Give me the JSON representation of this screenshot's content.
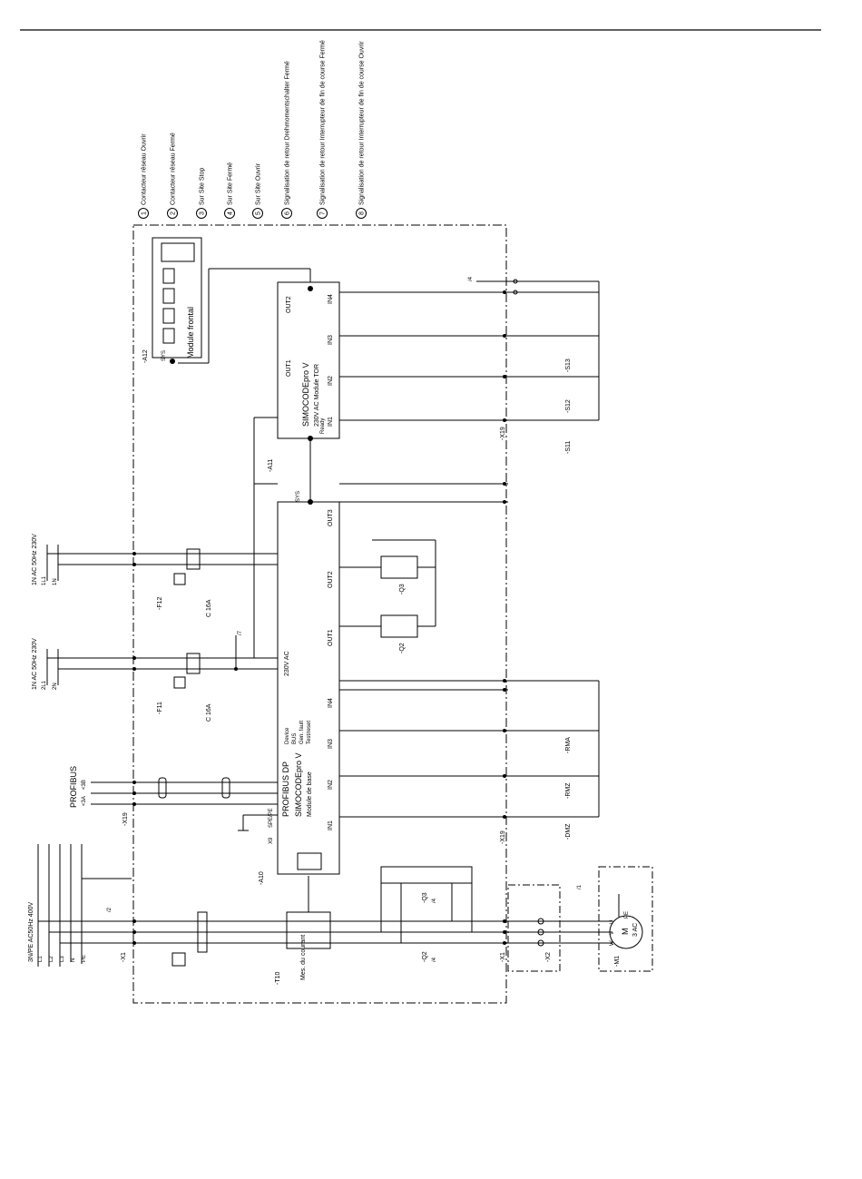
{
  "legend": [
    {
      "num": "1",
      "text": "Contacteur réseau Ouvrir"
    },
    {
      "num": "2",
      "text": "Contacteur réseau Fermé"
    },
    {
      "num": "3",
      "text": "Sur Site Stop"
    },
    {
      "num": "4",
      "text": "Sur Site Fermé"
    },
    {
      "num": "5",
      "text": "Sur Site Ouvrir"
    },
    {
      "num": "6",
      "text": "Signalisation de retour Drehmomentschalter Fermé"
    },
    {
      "num": "7",
      "text": "Signalisation de retour Interrupteur de fin de course Fermé"
    },
    {
      "num": "8",
      "text": "Signalisation de retour Interrupteur de fin de course Ouvrir"
    }
  ],
  "supplies": {
    "main": "3N/PE AC50Hz 400V",
    "main_lines": [
      "L1",
      "L2",
      "L3",
      "N",
      "PE"
    ],
    "aux1": "1N AC 50Hz 230V",
    "aux1_lines": [
      "1L1",
      "1N"
    ],
    "aux2": "1N AC 50Hz 230V",
    "aux2_lines": [
      "2L1",
      "2N"
    ],
    "profibus": "PROFIBUS",
    "profibus_pins": [
      "<3B",
      "<3A"
    ]
  },
  "modules": {
    "front": {
      "ref": "-A12",
      "title": "Module frontal",
      "port": "SYS"
    },
    "tdr": {
      "ref": "-A11",
      "title": "SIMOCODEpro V",
      "subtitle": "230V AC  Module TOR",
      "outputs": [
        "OUT1",
        "OUT2"
      ],
      "inputs": [
        "IN1",
        "IN2",
        "IN3",
        "IN4"
      ],
      "ready": "Ready"
    },
    "base": {
      "ref": "-A10",
      "title": "SIMOCODEpro V",
      "subtitle": "Module de base",
      "bus": "PROFIBUS DP",
      "supply": "230V AC",
      "leds": [
        "Device",
        "BUS",
        "Gen. fault",
        "Test/reset"
      ],
      "outputs": [
        "OUT1",
        "OUT2",
        "OUT3"
      ],
      "inputs": [
        "IN1",
        "IN2",
        "IN3",
        "IN4"
      ],
      "port": "SYS",
      "connector": "X9",
      "pins": "SPE/PE"
    },
    "current": {
      "ref": "-T10",
      "title": "Mes. du courant"
    }
  },
  "protection": [
    {
      "ref": "-F11",
      "rating": "C 16A"
    },
    {
      "ref": "-F12",
      "rating": "C 16A"
    }
  ],
  "contactors": [
    {
      "ref": "-Q2",
      "page": "/4"
    },
    {
      "ref": "-Q3",
      "page": "/4"
    }
  ],
  "switches": [
    "-S11",
    "-S12",
    "-S13"
  ],
  "feedback": [
    "-RMA",
    "-RMZ",
    "-DMZ"
  ],
  "terminals": [
    "-X1",
    "-X2",
    "-X19"
  ],
  "motor": {
    "ref": "-M1",
    "type": "M",
    "phase": "3 AC",
    "pins": [
      "U",
      "V",
      "W",
      "PE"
    ]
  },
  "crossrefs": [
    "/2",
    "/7",
    "/4",
    "/1"
  ]
}
